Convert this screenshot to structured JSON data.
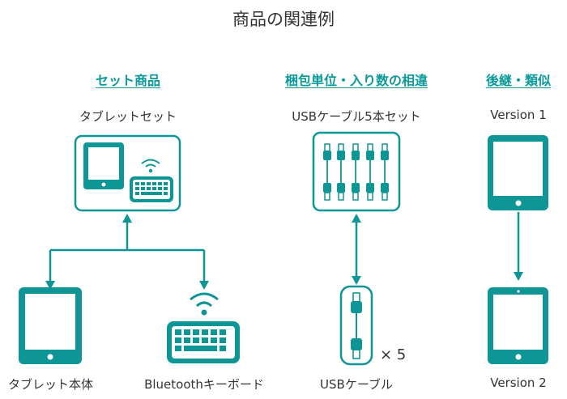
{
  "title": "商品の関連例",
  "colors": {
    "accent": "#0d9a9a",
    "accent_fill": "#0e9696",
    "text": "#333333"
  },
  "sections": [
    {
      "heading": "セット商品",
      "top_label": "タブレットセット",
      "items": [
        {
          "label": "タブレット本体",
          "icon": "tablet-icon"
        },
        {
          "label": "Bluetoothキーボード",
          "icon": "wireless-keyboard-icon"
        }
      ]
    },
    {
      "heading": "梱包単位・入り数の相違",
      "top_label": "USBケーブル5本セット",
      "items": [
        {
          "label": "USBケーブル",
          "icon": "usb-cable-icon",
          "quantity": "× 5"
        }
      ]
    },
    {
      "heading": "後継・類似",
      "top_label": "Version 1",
      "items": [
        {
          "label": "Version 2",
          "icon": "tablet-icon"
        }
      ]
    }
  ]
}
